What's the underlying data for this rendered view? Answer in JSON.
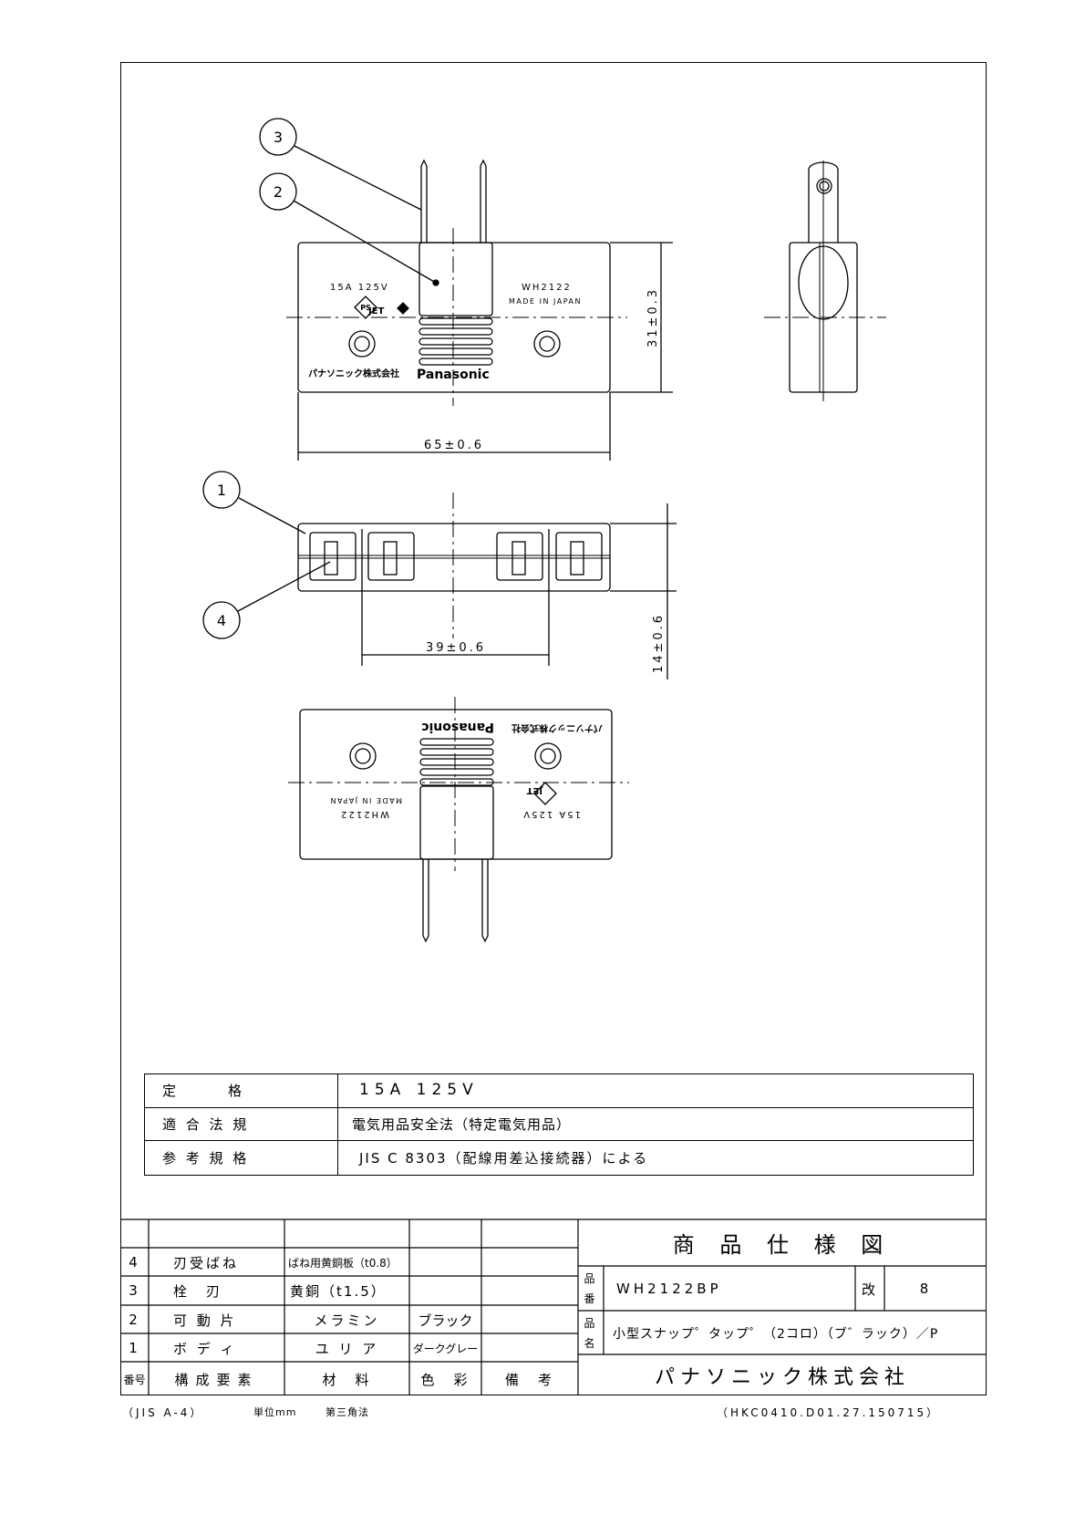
{
  "drawing": {
    "callouts": [
      "1",
      "2",
      "3",
      "4"
    ],
    "rating_mark": "15A 125V",
    "model_mark": "WH2122",
    "origin_mark": "MADE IN JAPAN",
    "ps_mark": "PS",
    "jet_mark": "JET",
    "maker_mark": "パナソニック株式会社",
    "brand_mark": "Panasonic",
    "dim_height": "31±0.3",
    "dim_width": "65±0.6",
    "dim_pitch": "39±0.6",
    "dim_depth": "14±0.6"
  },
  "spec_table": [
    {
      "label": "定　　　格",
      "value": "15A 125V"
    },
    {
      "label": "適 合 法 規",
      "value": "電気用品安全法（特定電気用品）"
    },
    {
      "label": "参 考 規 格",
      "value": "JIS C 8303（配線用差込接続器）による"
    }
  ],
  "parts_table": {
    "headers": [
      "番号",
      "構成要素",
      "材　料",
      "色　彩",
      "備　考"
    ],
    "rows": [
      {
        "no": "4",
        "part": "刃受ばね",
        "material": "ばね用黄銅板（t0.8）",
        "color": "",
        "note": ""
      },
      {
        "no": "3",
        "part": "栓　刃",
        "material": "黄銅（t1.5）",
        "color": "",
        "note": ""
      },
      {
        "no": "2",
        "part": "可 動 片",
        "material": "メラミン",
        "color": "ブラック",
        "note": ""
      },
      {
        "no": "1",
        "part": "ボ デ ィ",
        "material": "ユ リ ア",
        "color": "ダークグレー",
        "note": ""
      }
    ]
  },
  "title_block": {
    "title": "商 品 仕 様 図",
    "part_no_label": "品番",
    "part_no": "WH2122BP",
    "rev_label": "改",
    "rev": "8",
    "name_label": "品名",
    "name": "小型スナップ゜タップ゜（2コロ）（ブ゛ラック）／P",
    "company": "パナソニック株式会社"
  },
  "footer": {
    "paper": "（JIS A-4）",
    "unit": "単位mm",
    "projection": "第三角法",
    "doc_code": "（HKC0410.D01.27.150715）"
  }
}
